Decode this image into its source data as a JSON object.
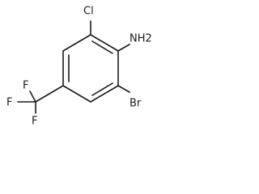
{
  "molecule": {
    "atoms": {
      "cl": "Cl",
      "nh2": "NH2",
      "br": "Br",
      "f_top": "F",
      "f_left": "F",
      "f_bottom": "F"
    }
  },
  "colors": {
    "bond": "#1a1a1a",
    "label": "#1a1a1a",
    "background": "#ffffff"
  }
}
